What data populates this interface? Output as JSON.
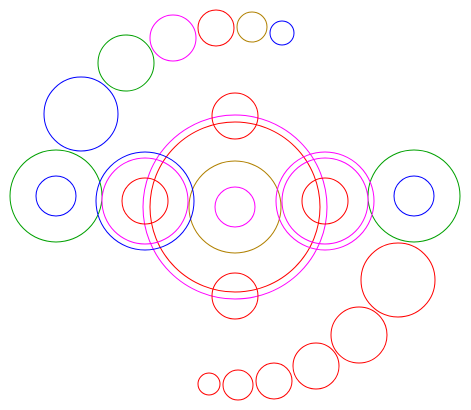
{
  "figure": {
    "background": "#ffffff",
    "description_colors": {
      "red": "#ff0000",
      "blue": "#0000ff",
      "green": "#00a000",
      "magenta": "#ff00ff",
      "olive": "#b08000"
    },
    "shapes": [
      {
        "name": "spiral-circle-1",
        "color": "red"
      },
      {
        "name": "spiral-circle-2",
        "color": "red"
      },
      {
        "name": "spiral-circle-3",
        "color": "red"
      },
      {
        "name": "spiral-circle-4",
        "color": "red"
      },
      {
        "name": "spiral-circle-5",
        "color": "red"
      },
      {
        "name": "spiral-circle-6",
        "color": "red"
      },
      {
        "name": "top-arc-circle-1",
        "color": "blue"
      },
      {
        "name": "top-arc-circle-2",
        "color": "olive"
      },
      {
        "name": "top-arc-circle-3",
        "color": "red"
      },
      {
        "name": "top-arc-circle-4",
        "color": "magenta"
      },
      {
        "name": "top-arc-circle-5",
        "color": "green"
      },
      {
        "name": "top-arc-circle-6",
        "color": "blue"
      },
      {
        "name": "left-outer-ring",
        "color": "green"
      },
      {
        "name": "left-inner-ring",
        "color": "blue"
      },
      {
        "name": "right-outer-ring",
        "color": "green"
      },
      {
        "name": "right-inner-ring",
        "color": "blue"
      },
      {
        "name": "center-outer-ring",
        "color": "magenta"
      },
      {
        "name": "center-ring",
        "color": "red"
      },
      {
        "name": "center-mid-ring",
        "color": "olive"
      },
      {
        "name": "center-inner-ring",
        "color": "magenta"
      },
      {
        "name": "center-top-circle",
        "color": "red"
      },
      {
        "name": "center-bottom-circle",
        "color": "red"
      },
      {
        "name": "left-satellite-outer",
        "color": "blue"
      },
      {
        "name": "left-satellite-mid",
        "color": "magenta"
      },
      {
        "name": "left-satellite-inner",
        "color": "red"
      },
      {
        "name": "right-satellite-outer",
        "color": "magenta"
      },
      {
        "name": "right-satellite-mid",
        "color": "magenta"
      },
      {
        "name": "right-satellite-inner",
        "color": "red"
      }
    ]
  }
}
